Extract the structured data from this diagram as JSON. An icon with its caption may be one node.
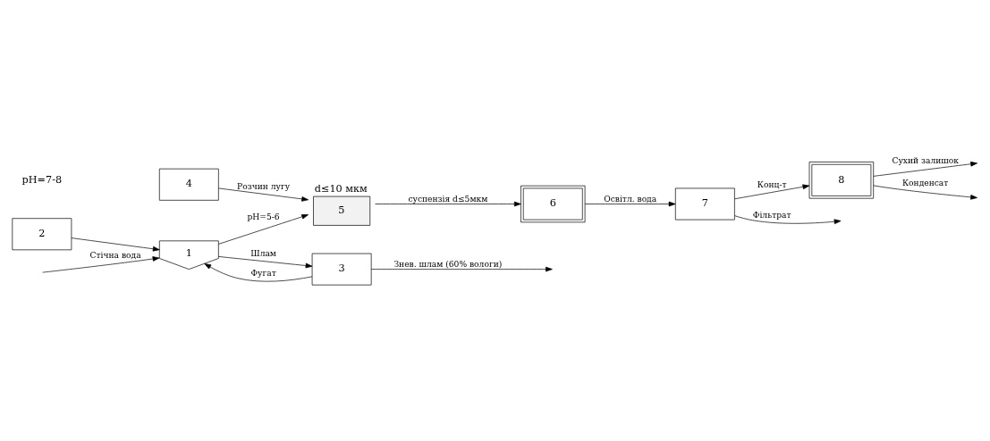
{
  "diagram": {
    "nodes": [
      {
        "text": [
          "1"
        ]
      },
      {
        "text": [
          "2"
        ]
      },
      {
        "text": [
          "3"
        ]
      },
      {
        "text": [
          "4"
        ]
      },
      {
        "text": [
          "5"
        ],
        "beside": [
          "d≤10 мкм"
        ]
      },
      {
        "text": [
          "6"
        ]
      },
      {
        "text": [
          "7"
        ]
      },
      {
        "text": [
          "8"
        ]
      }
    ],
    "edges": [
      {
        "from": null,
        "to": 0,
        "arrow": "to",
        "label": "Стічна вода"
      },
      {
        "from": 1,
        "to": 0,
        "arrow": "to"
      },
      {
        "from": 0,
        "to": 4,
        "arrow": "to",
        "label": "pH=5-6"
      },
      {
        "from": 3,
        "to": 4,
        "arrow": "to",
        "label": "Розчин лугу"
      },
      {
        "from": 0,
        "to": 2,
        "arrow": "to",
        "label": "Шлам"
      },
      {
        "from": 2,
        "to": 0,
        "arrow": "to",
        "label": "Фугат"
      },
      {
        "from": 2,
        "to": null,
        "arrow": "to",
        "label": "Знев. шлам (60% вологи)"
      },
      {
        "from": 4,
        "to": 5,
        "arrow": "to",
        "label": "суспензія d≤5мкм"
      },
      {
        "from": 5,
        "to": 6,
        "arrow": "to",
        "label": "Освітл. вода"
      },
      {
        "from": 6,
        "to": 7,
        "arrow": "to",
        "label": "Конц-т"
      },
      {
        "from": 7,
        "to": null,
        "arrow": "to",
        "label": "Сухий залишок"
      },
      {
        "from": 7,
        "to": null,
        "arrow": "to",
        "label": "Конденсат"
      },
      {
        "from": 6,
        "to": null,
        "arrow": "to",
        "label": "Фільтрат"
      }
    ],
    "labels": [
      "pH=7-8"
    ]
  }
}
